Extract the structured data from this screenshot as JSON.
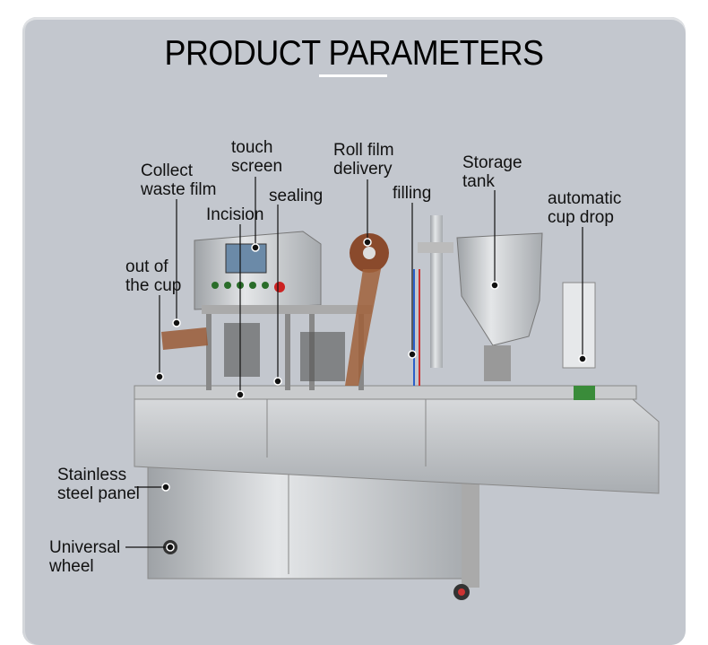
{
  "title": "PRODUCT PARAMETERS",
  "labels": {
    "touch_screen": "touch\nscreen",
    "collect_waste_film": "Collect\nwaste film",
    "incision": "Incision",
    "sealing": "sealing",
    "roll_film_delivery": "Roll film\ndelivery",
    "filling": "filling",
    "storage_tank": "Storage\ntank",
    "automatic_cup_drop": "automatic\ncup drop",
    "out_of_the_cup": "out of\nthe cup",
    "stainless_steel_panel": "Stainless\nsteel panel",
    "universal_wheel": "Universal\nwheel"
  },
  "colors": {
    "panel": "#c3c7ce",
    "steel": "#b8bcc0",
    "accent_film": "#8a4a2c"
  }
}
